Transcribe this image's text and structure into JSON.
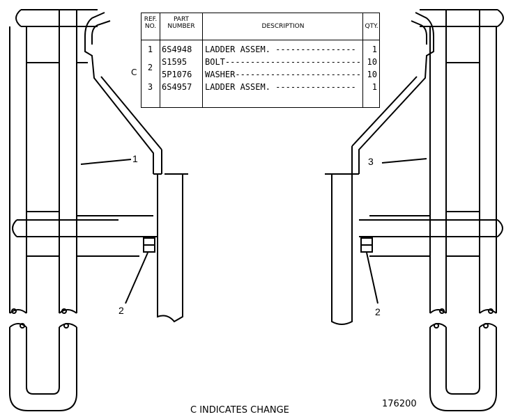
{
  "table": {
    "headers": {
      "ref": "REF. NO.",
      "part_number": "PART NUMBER",
      "description": "DESCRIPTION",
      "qty": "QTY."
    },
    "rows": [
      {
        "ref": "1",
        "part": "6S4948",
        "desc": "LADDER ASSEM. ----------------",
        "qty": "1"
      },
      {
        "ref": "2",
        "part": "S1595",
        "desc": "BOLT---------------------------",
        "qty": "10"
      },
      {
        "ref": "",
        "part": "5P1076",
        "desc": "WASHER-------------------------",
        "qty": "10"
      },
      {
        "ref": "3",
        "part": "6S4957",
        "desc": "LADDER ASSEM. ----------------",
        "qty": "1"
      }
    ],
    "change_mark": "C"
  },
  "callouts": {
    "left_ladder": "1",
    "left_bolt": "2",
    "right_ladder": "3",
    "right_bolt": "2"
  },
  "footer": {
    "legend": "C INDICATES CHANGE",
    "drawing_number": "176200"
  }
}
